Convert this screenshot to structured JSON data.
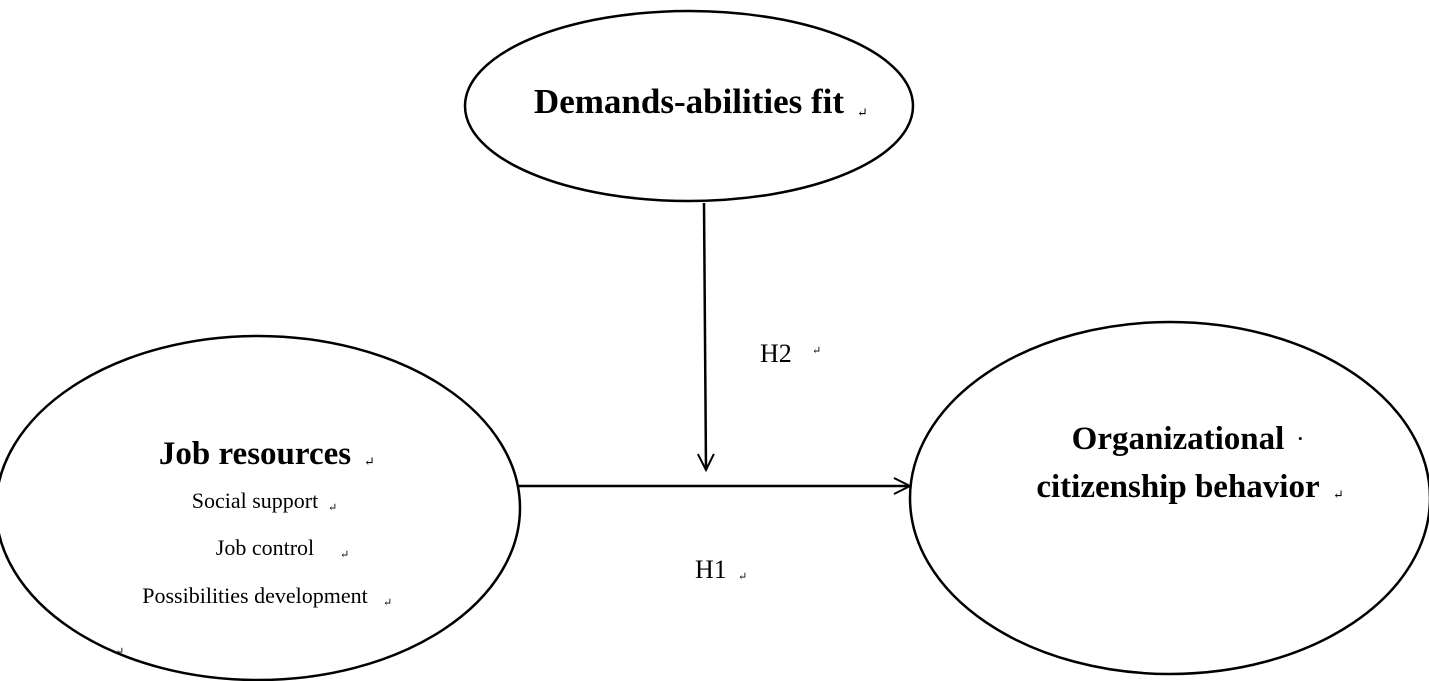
{
  "nodes": {
    "moderator": {
      "title": "Demands-abilities fit"
    },
    "predictor": {
      "title": "Job resources",
      "items": [
        "Social support",
        "Job control",
        "Possibilities development"
      ]
    },
    "outcome": {
      "title_line1": "Organizational",
      "title_line2": "citizenship behavior"
    }
  },
  "edges": {
    "h1": {
      "label": "H1"
    },
    "h2": {
      "label": "H2"
    }
  },
  "colors": {
    "stroke": "#000000",
    "background": "#ffffff"
  }
}
